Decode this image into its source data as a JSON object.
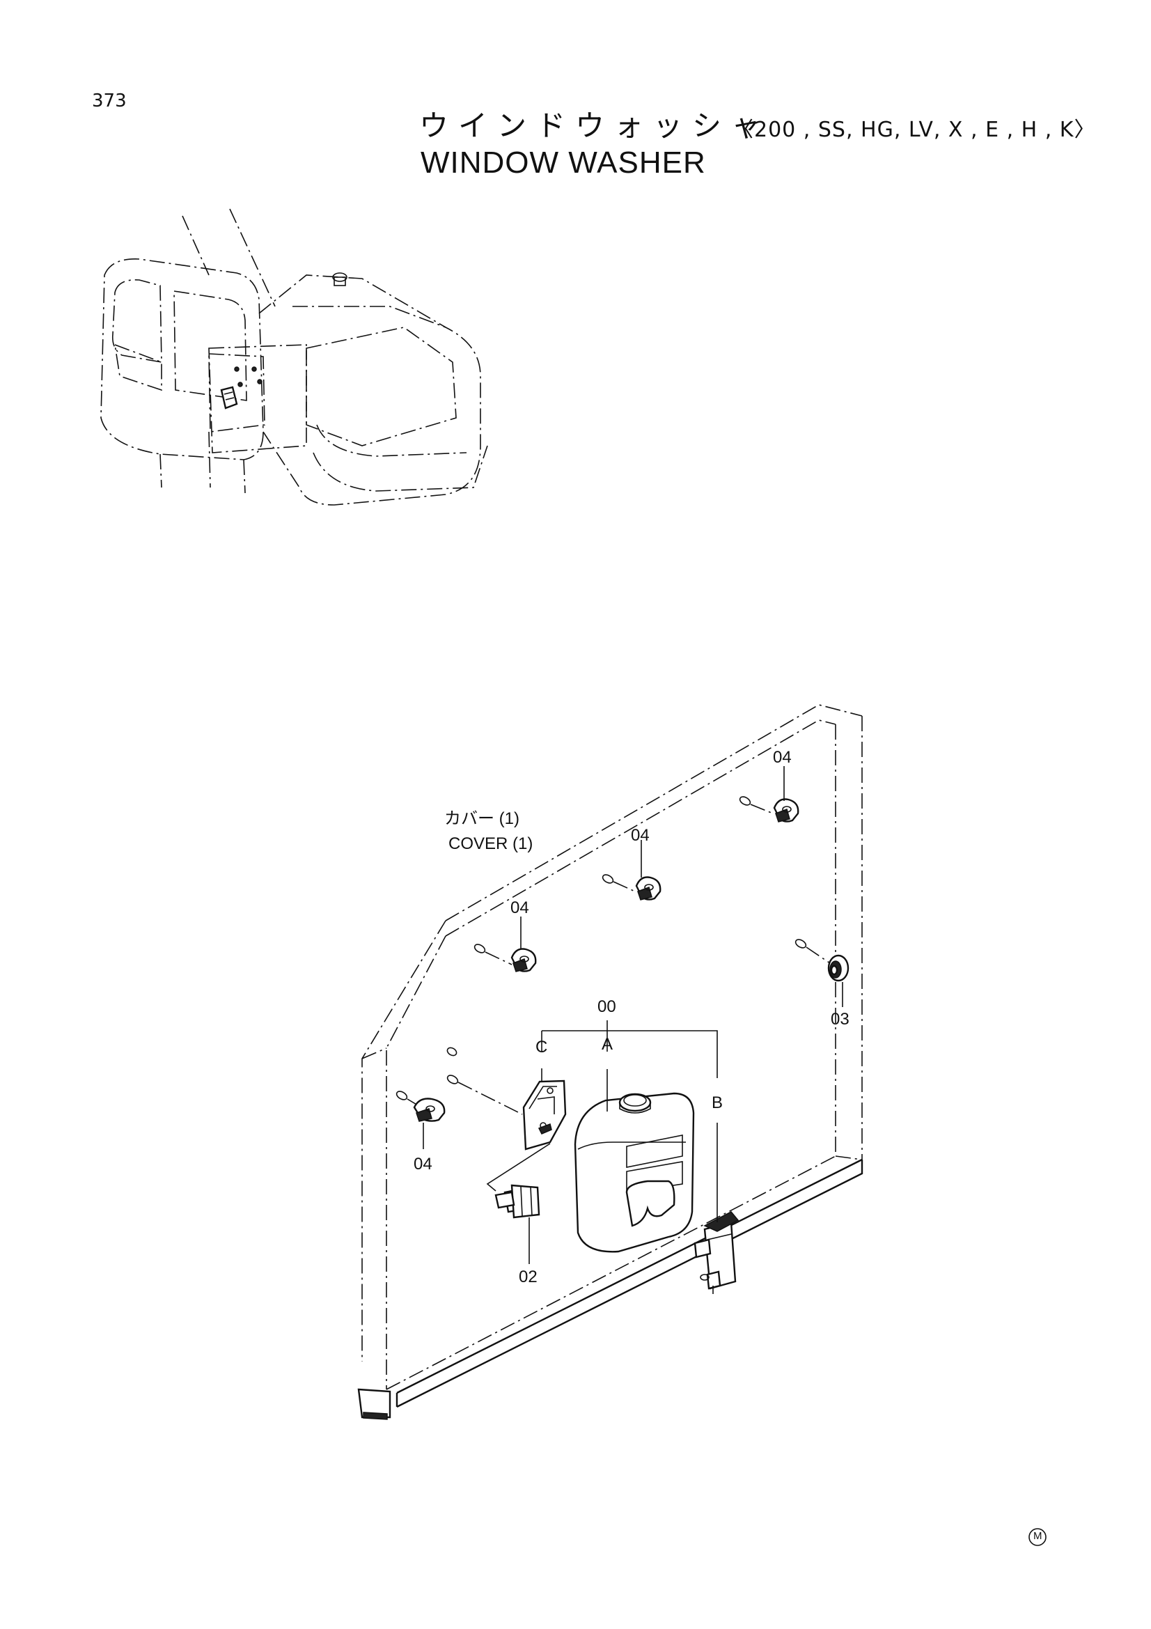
{
  "page": {
    "number": "373",
    "watermark": "M"
  },
  "title": {
    "japanese": "ウインドウォッシャ",
    "variants": "〈200 , SS, HG, LV, X , E , H , K〉",
    "english": "WINDOW  WASHER"
  },
  "cover": {
    "label_jp": "カバー (1)",
    "label_en": "COVER (1)"
  },
  "callouts": {
    "c04_top_right": "04",
    "c04_top_mid": "04",
    "c04_mid_left": "04",
    "c04_low_left": "04",
    "c03": "03",
    "c00": "00",
    "cA": "A",
    "cB": "B",
    "cC": "C",
    "c02": "02"
  },
  "icons": [
    "machine-overview-icon",
    "cover-panel-icon",
    "washer-tank-icon",
    "washer-pump-icon",
    "clip-icon",
    "grommet-icon",
    "bolt-icon",
    "bracket-icon",
    "mark-m-icon"
  ]
}
